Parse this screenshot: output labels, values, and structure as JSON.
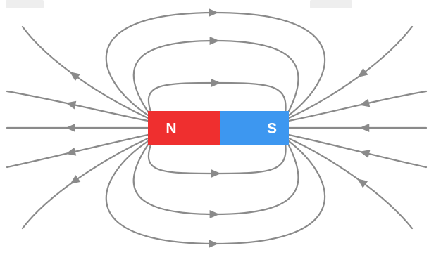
{
  "magnet": {
    "north_label": "N",
    "south_label": "S",
    "north_color": "#ef2f2f",
    "south_color": "#3d97f0"
  },
  "field_line_color": "#8a8a8a",
  "arrow_direction": "north-to-south"
}
